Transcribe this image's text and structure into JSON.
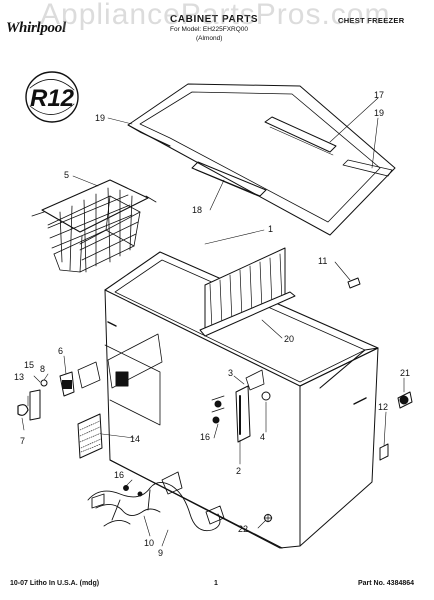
{
  "header": {
    "brand": "Whirlpool",
    "title": "CABINET PARTS",
    "subtitle_line1": "For Model: EH225FXRQ00",
    "subtitle_line2": "(Almond)",
    "product_type": "CHEST FREEZER",
    "watermark": "AppliancePartsPros.com"
  },
  "badge": {
    "text": "R12"
  },
  "callouts": {
    "c1": "1",
    "c2": "2",
    "c3": "3",
    "c4": "4",
    "c5": "5",
    "c6": "6",
    "c7": "7",
    "c8": "8",
    "c9": "9",
    "c10": "10",
    "c11": "11",
    "c12": "12",
    "c13": "13",
    "c14": "14",
    "c15": "15",
    "c16a": "16",
    "c16b": "16",
    "c17": "17",
    "c18": "18",
    "c19a": "19",
    "c19b": "19",
    "c20": "20",
    "c21": "21",
    "c22": "22"
  },
  "footer": {
    "left": "10-07 Litho In U.S.A. (mdg)",
    "page": "1",
    "part_no": "Part No. 4384864"
  }
}
